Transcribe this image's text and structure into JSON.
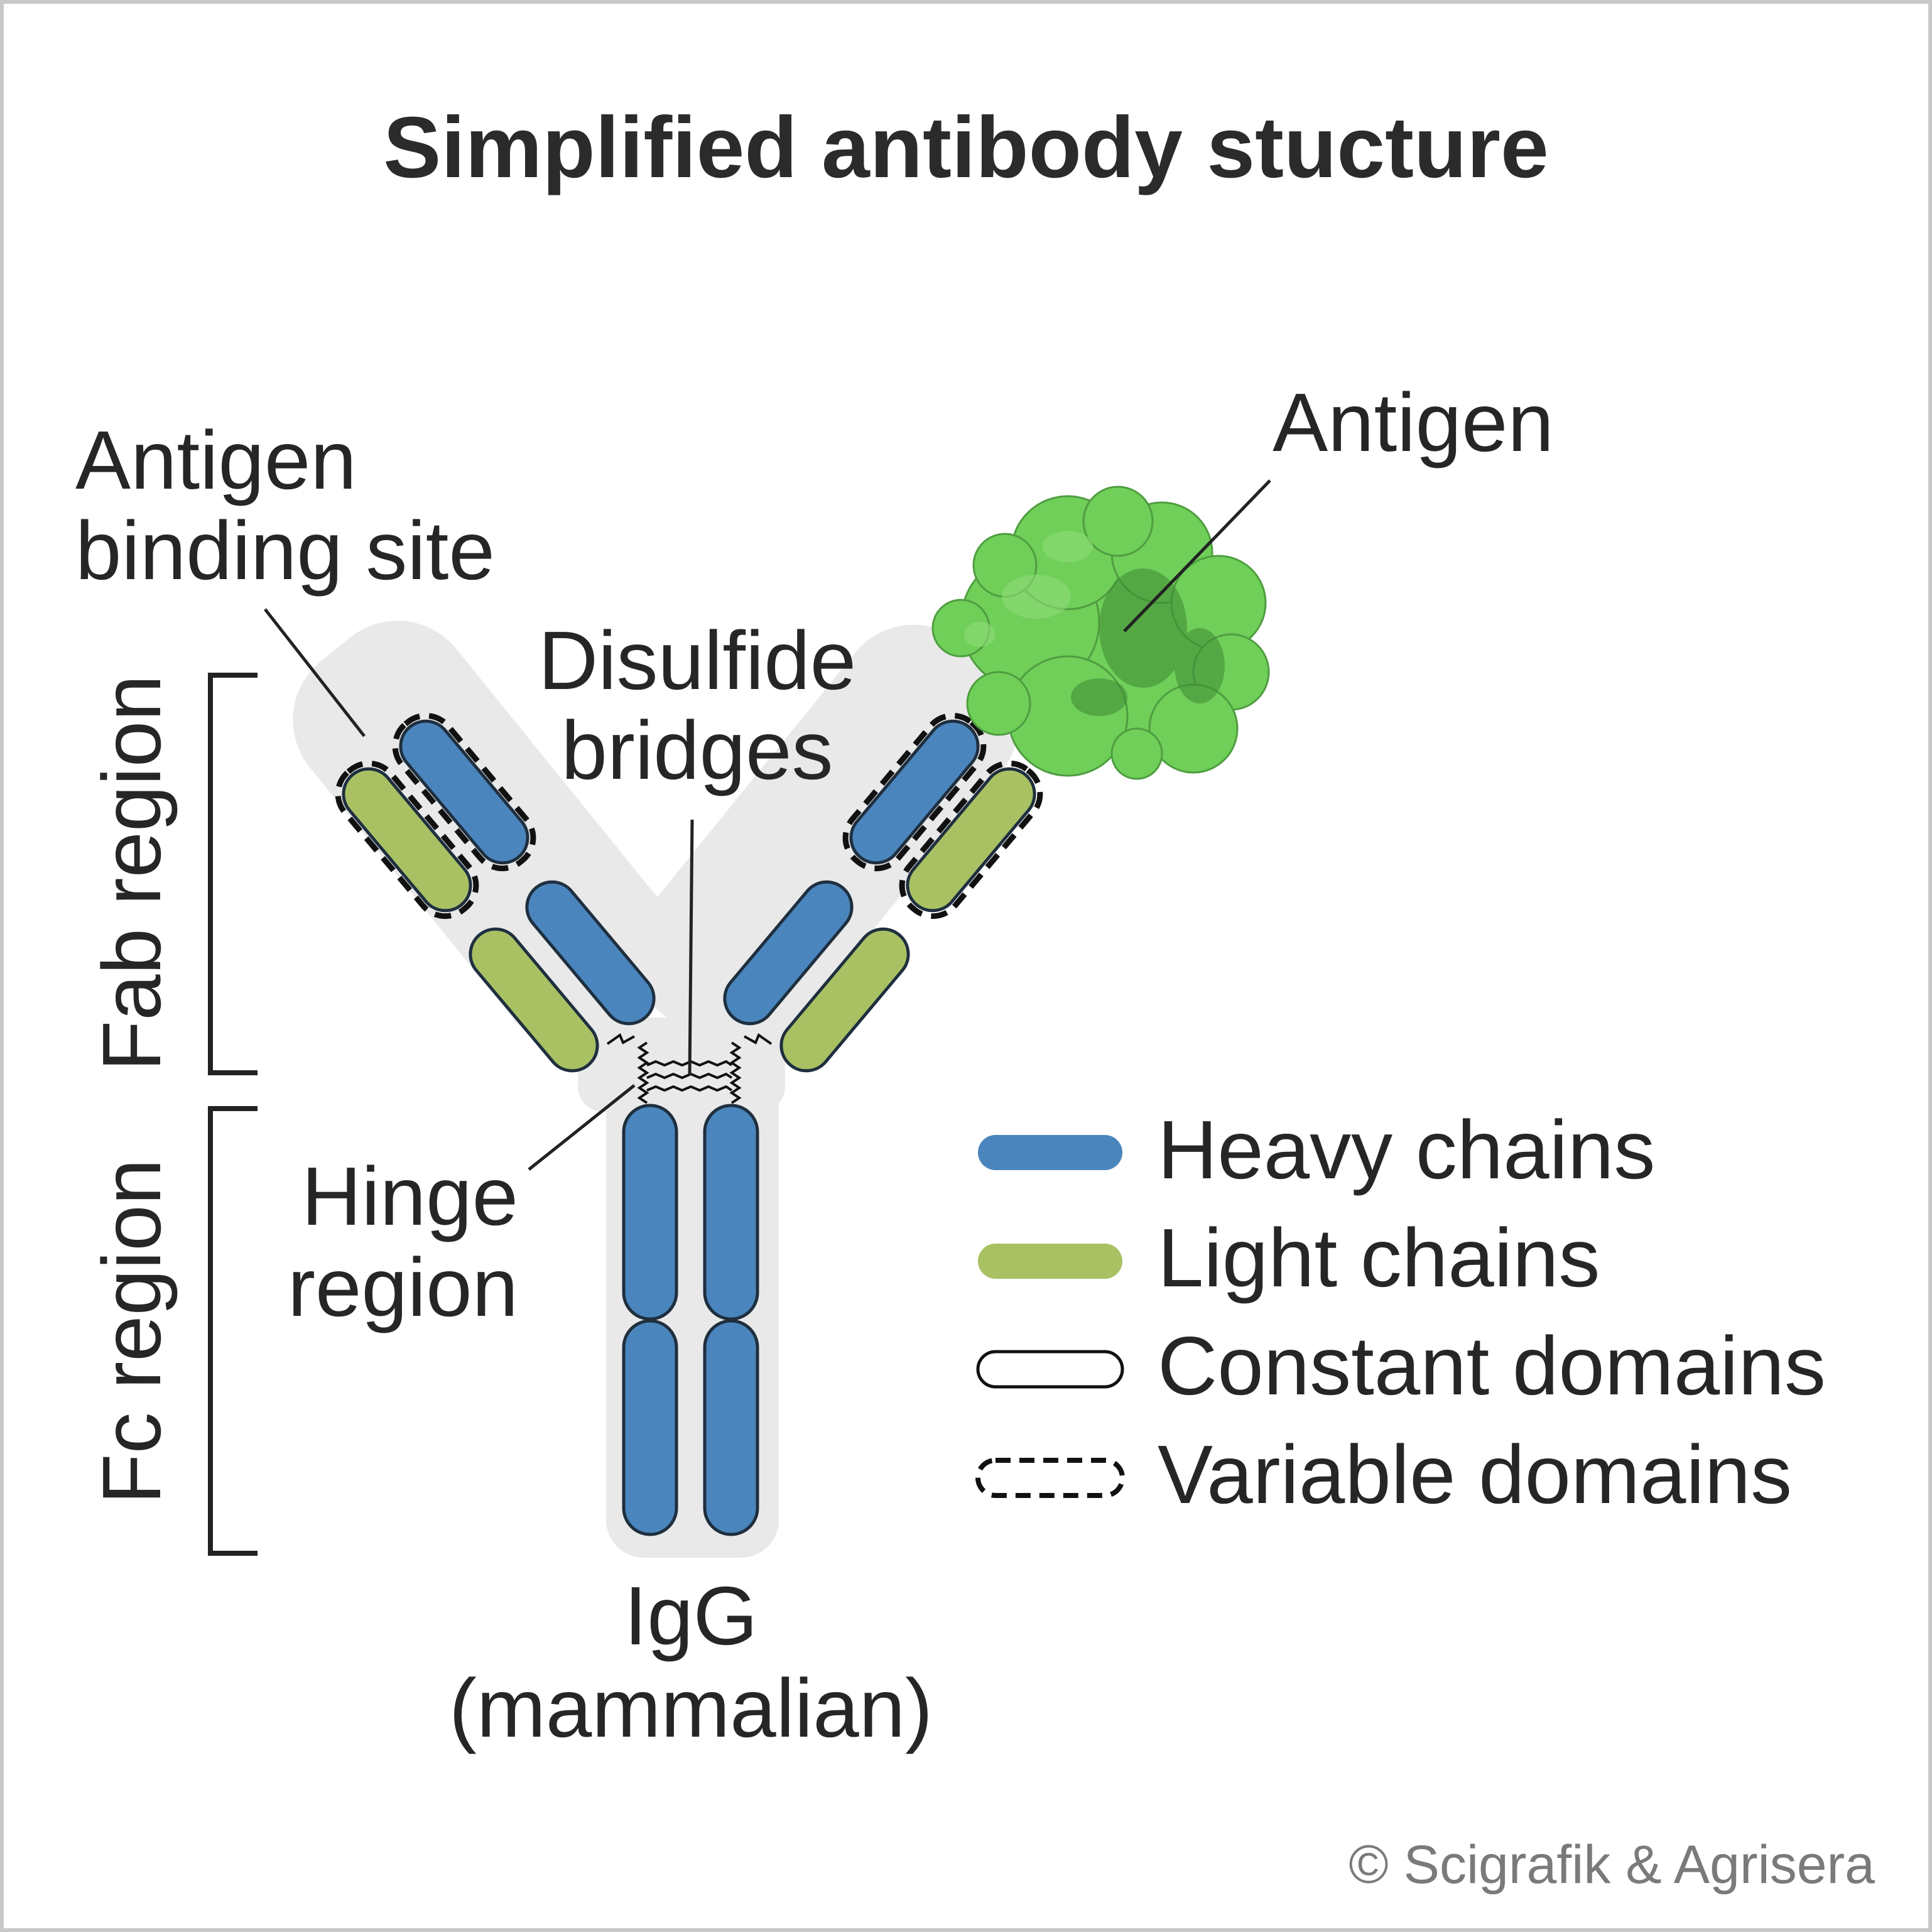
{
  "title": "Simplified antibody stucture",
  "labels": {
    "antigen": "Antigen",
    "antigen_binding_site_line1": "Antigen",
    "antigen_binding_site_line2": "binding site",
    "disulfide_line1": "Disulfide",
    "disulfide_line2": "bridges",
    "hinge_line1": "Hinge",
    "hinge_line2": "region",
    "fab_region": "Fab region",
    "fc_region": "Fc region",
    "igg_line1": "IgG",
    "igg_line2": "(mammalian)"
  },
  "legend": [
    {
      "label": "Heavy chains",
      "swatch": "heavy"
    },
    {
      "label": "Light chains",
      "swatch": "light"
    },
    {
      "label": "Constant domains",
      "swatch": "constant"
    },
    {
      "label": "Variable domains",
      "swatch": "variable"
    }
  ],
  "credit": "© Scigrafik & Agrisera",
  "colors": {
    "heavy_chain": "#4a86bd",
    "light_chain": "#a9c163",
    "antigen": "#6fcf58",
    "antigen_shadow": "#3f8a35",
    "halo": "#e9e9e9",
    "border": "#c8c8c8"
  }
}
